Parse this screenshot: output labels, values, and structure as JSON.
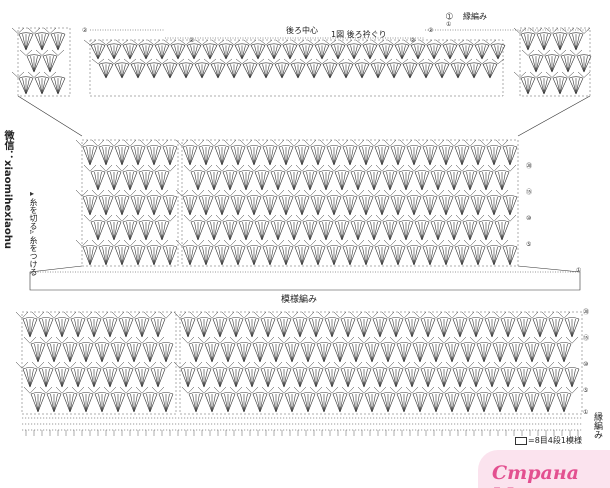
{
  "labels": {
    "fig_title": "1図 後ろ衿ぐり",
    "back_center": "後ろ中心",
    "edging_top": "縁編み",
    "pattern": "模様編み",
    "edging_right": "縁編み",
    "repeat_note": "=8目4段1模様",
    "attach_yarn": "糸をつける",
    "cut_yarn": "糸を切る",
    "wechat": "微信：xiaomihexiaohu",
    "watermark": "Страна Мам"
  },
  "row_numbers": {
    "top_left": "②",
    "top_center_left": "②",
    "top_center_right": "②",
    "top_right_1": "②",
    "top_right_edge": "①",
    "body_1": "⑳",
    "body_2": "⑮",
    "body_3": "⑩",
    "body_4": "⑤",
    "body_5": "①",
    "lower_1": "⑳",
    "lower_2": "⑮",
    "lower_3": "⑩",
    "lower_4": "⑤",
    "lower_5": "①"
  },
  "colors": {
    "ink": "#333333",
    "watermark": "#e35090",
    "watermark_bg": "#fbe3ee"
  },
  "icons": {
    "attach": "open-triangle-icon",
    "cut": "filled-triangle-icon",
    "row_marker": "arrow-left-icon"
  }
}
